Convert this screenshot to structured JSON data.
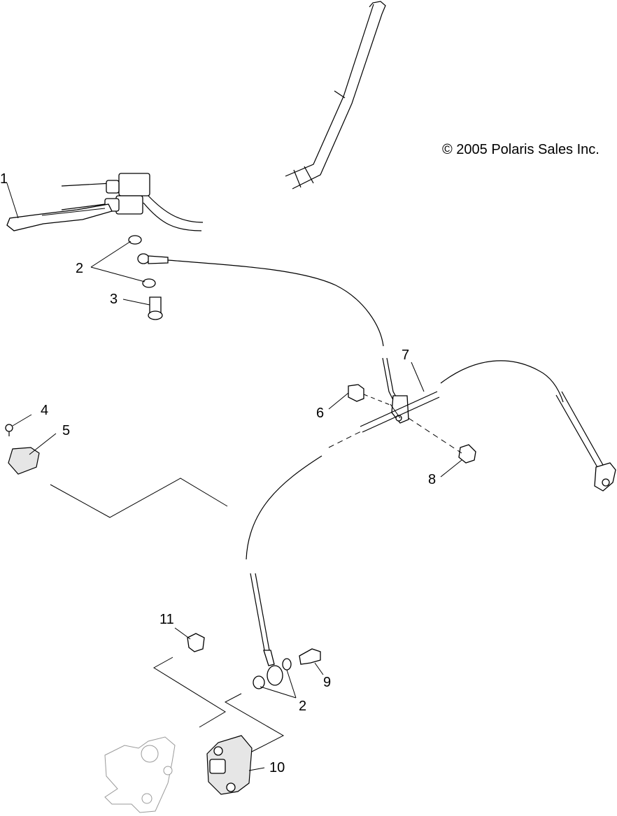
{
  "copyright": "© 2005 Polaris Sales Inc.",
  "callouts": {
    "c1": "1",
    "c2a": "2",
    "c3": "3",
    "c4": "4",
    "c5": "5",
    "c6": "6",
    "c7": "7",
    "c8": "8",
    "c9": "9",
    "c2b": "2",
    "c10": "10",
    "c11": "11"
  }
}
